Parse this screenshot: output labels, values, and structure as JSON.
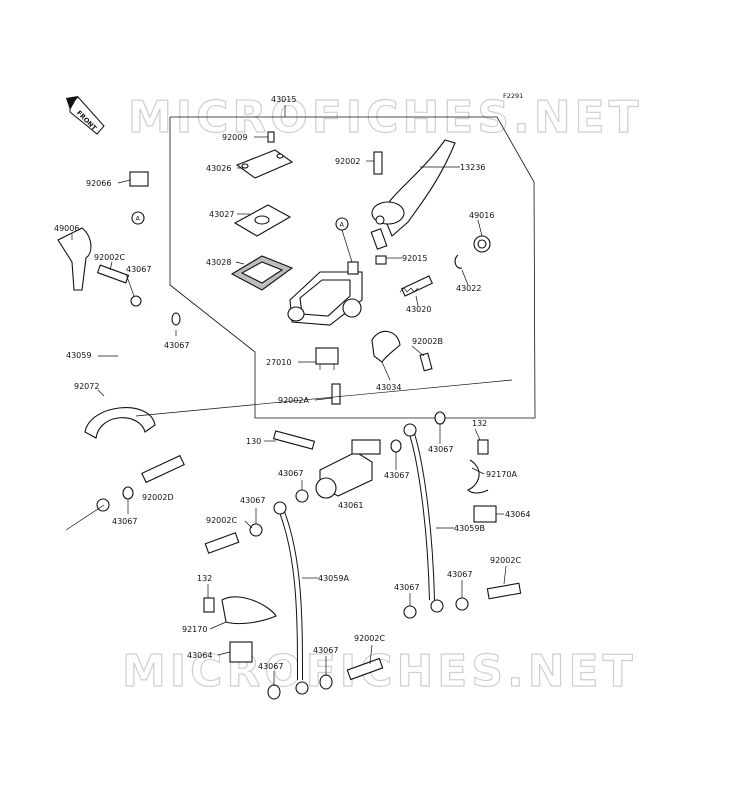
{
  "diagram_code": "F2291",
  "front_label": "FRONT",
  "watermark": "MICROFICHES.NET",
  "callout_letter": "A",
  "parts": {
    "p43015": "43015",
    "p92009": "92009",
    "p43026": "43026",
    "p43027": "43027",
    "p43028": "43028",
    "p92002": "92002",
    "p13236": "13236",
    "p49016": "49016",
    "p92015": "92015",
    "p43022": "43022",
    "p43020": "43020",
    "p92002B": "92002B",
    "p27010": "27010",
    "p43034": "43034",
    "p92002A": "92002A",
    "p92066": "92066",
    "p49006": "49006",
    "p92002C_a": "92002C",
    "p43067_a": "43067",
    "p43067_b": "43067",
    "p43059": "43059",
    "p92072": "92072",
    "p92002D": "92002D",
    "p43067_c": "43067",
    "p130": "130",
    "p43067_d": "43067",
    "p43067_e": "43067",
    "p43061": "43061",
    "p43067_f": "43067",
    "p132_a": "132",
    "p92170A": "92170A",
    "p43064_a": "43064",
    "p43059B": "43059B",
    "p43067_g": "43067",
    "p92002C_b": "92002C",
    "p43059A": "43059A",
    "p43067_h": "43067",
    "p43067_i": "43067",
    "p92002C_c": "92002C",
    "p132_b": "132",
    "p92170": "92170",
    "p43064_b": "43064",
    "p43067_j": "43067",
    "p43067_k": "43067",
    "p92002C_d": "92002C"
  }
}
